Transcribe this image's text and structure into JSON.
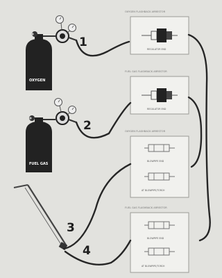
{
  "cylinders": [
    {
      "tag": "OXYGEN",
      "icon": "oxygen-cylinder"
    },
    {
      "tag": "FUEL GAS",
      "icon": "fuel-gas-cylinder"
    }
  ],
  "callouts": [
    "1",
    "2",
    "3",
    "4"
  ],
  "connector_boxes": [
    {
      "caption": "OXYGEN FLASHBACK ARRESTOR",
      "items": [
        "REGULATOR END"
      ]
    },
    {
      "caption": "FUEL GAS FLASHBACK ARRESTOR",
      "items": [
        "REGULATOR END"
      ]
    },
    {
      "caption": "OXYGEN FLASHBACK ARRESTOR",
      "items": [
        "BLOWPIPE END",
        "AT BLOWPIPE/TORCH"
      ]
    },
    {
      "caption": "FUEL GAS FLASHBACK ARRESTOR",
      "items": [
        "BLOWPIPE END",
        "AT BLOWPIPE/TORCH"
      ]
    }
  ],
  "colors": {
    "hose": "#262626",
    "cylinder": "#222222",
    "box_border": "#9a9a96"
  }
}
